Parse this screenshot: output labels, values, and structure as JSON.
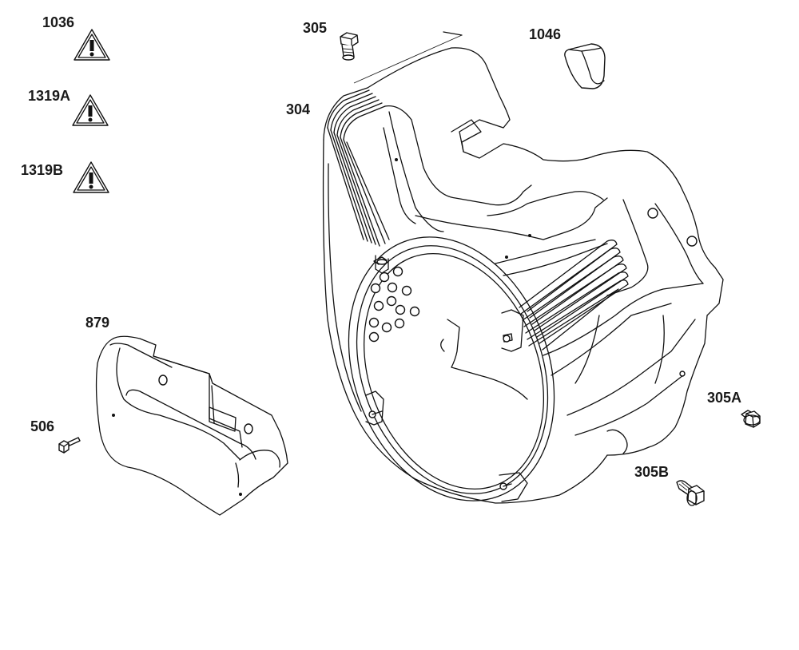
{
  "diagram": {
    "callouts": {
      "warn_1036": "1036",
      "warn_1319a": "1319A",
      "warn_1319b": "1319B",
      "bolt_305": "305",
      "housing_304": "304",
      "plug_1046": "1046",
      "shield_879": "879",
      "screw_506": "506",
      "bolt_305a": "305A",
      "bolt_305b": "305B"
    },
    "icons": [
      "warning-triangle-icon",
      "flange-bolt-icon",
      "hex-screw-icon"
    ],
    "line_color": "#111111",
    "background": "#ffffff"
  }
}
